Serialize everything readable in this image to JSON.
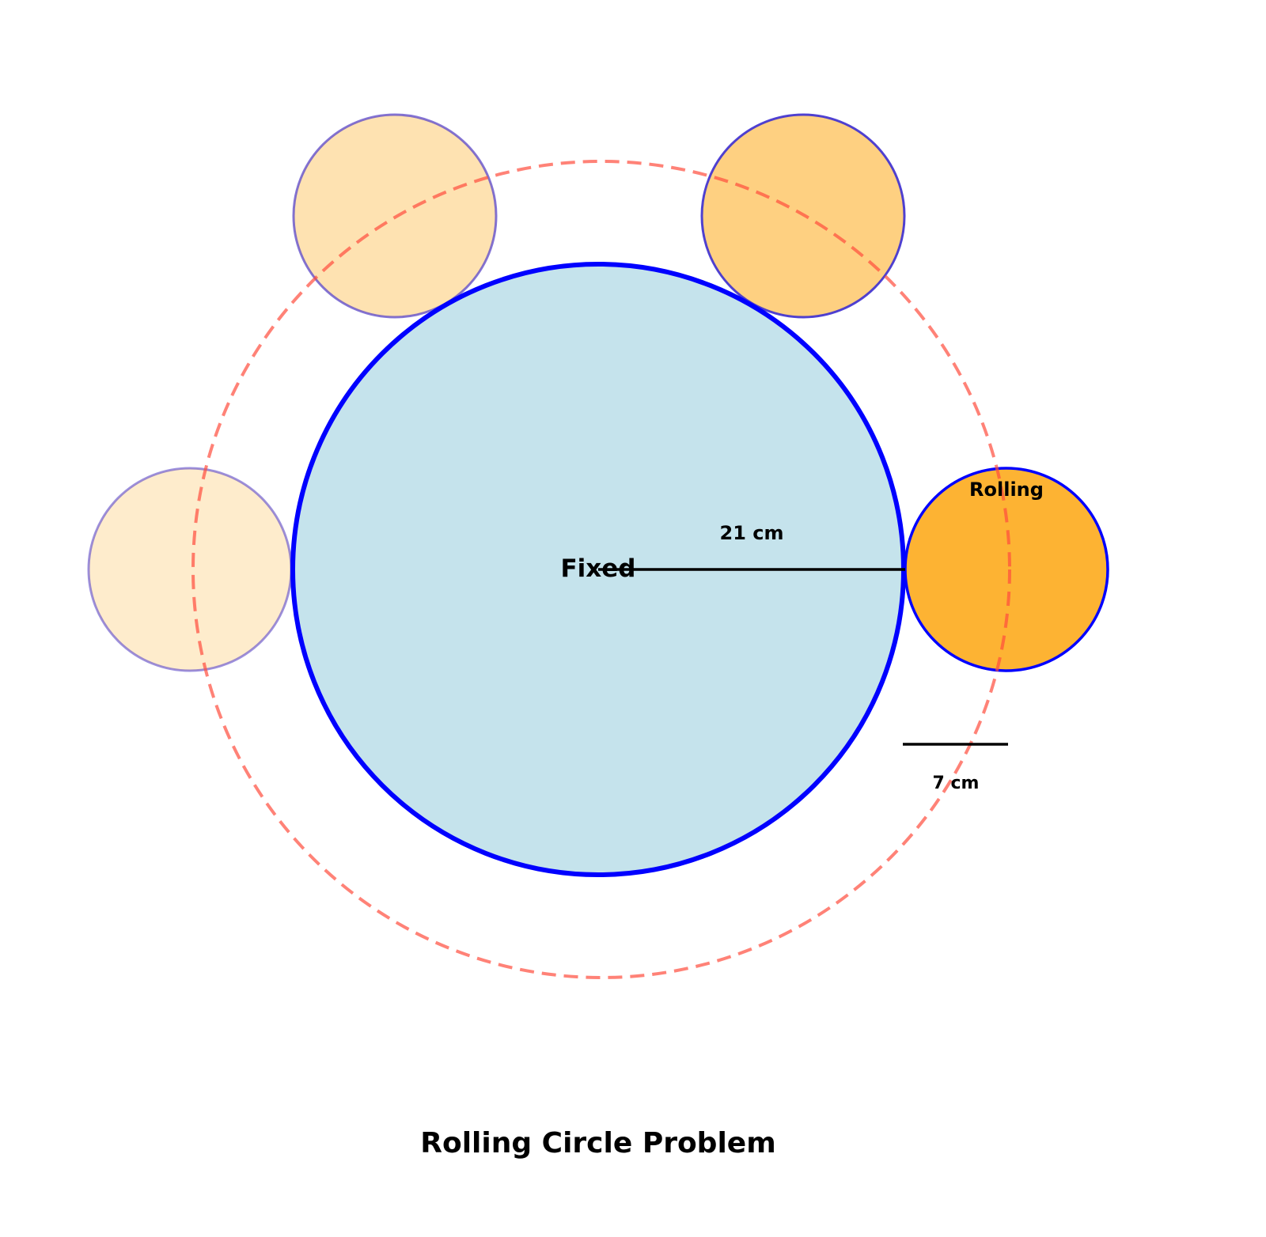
{
  "title": "Rolling Circle Problem",
  "fixed_label": "Fixed",
  "rolling_label": "Rolling",
  "fixed_radius_label": "21 cm",
  "rolling_radius_label": "7 cm",
  "colors": {
    "fixed_fill": "#c5e3ec",
    "fixed_stroke": "#0000ff",
    "rolling_fill": "#fdb333",
    "path_stroke": "#f87171"
  }
}
